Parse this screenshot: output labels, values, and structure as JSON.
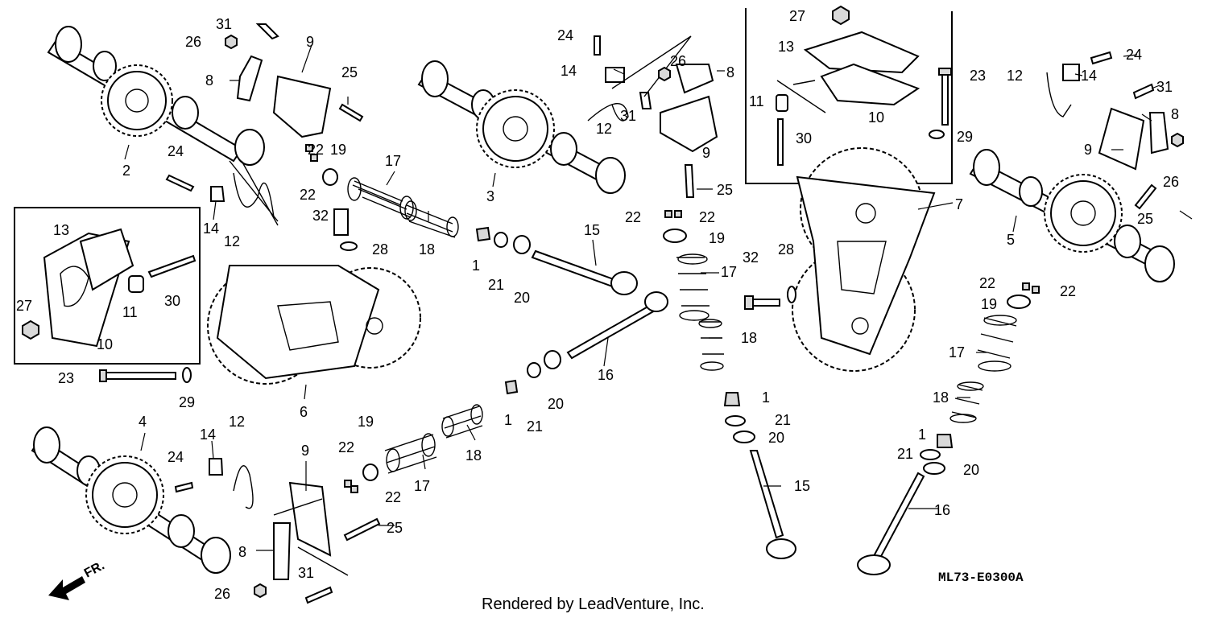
{
  "diagram": {
    "drawing_code": "ML73-E0300A",
    "footer": "Rendered by LeadVenture, Inc.",
    "direction_marker": "FR.",
    "callouts": {
      "c1a": "1",
      "c1b": "1",
      "c1c": "1",
      "c1d": "1",
      "c2": "2",
      "c3": "3",
      "c4": "4",
      "c5": "5",
      "c6": "6",
      "c7": "7",
      "c8a": "8",
      "c8b": "8",
      "c8c": "8",
      "c8d": "8",
      "c9a": "9",
      "c9b": "9",
      "c9c": "9",
      "c9d": "9",
      "c10a": "10",
      "c10b": "10",
      "c11a": "11",
      "c11b": "11",
      "c12a": "12",
      "c12b": "12",
      "c12c": "12",
      "c12d": "12",
      "c13a": "13",
      "c13b": "13",
      "c14a": "14",
      "c14b": "14",
      "c14c": "14",
      "c14d": "14",
      "c15a": "15",
      "c15b": "15",
      "c16a": "16",
      "c16b": "16",
      "c17a": "17",
      "c17b": "17",
      "c17c": "17",
      "c17d": "17",
      "c18a": "18",
      "c18b": "18",
      "c18c": "18",
      "c18d": "18",
      "c19a": "19",
      "c19b": "19",
      "c19c": "19",
      "c19d": "19",
      "c20a": "20",
      "c20b": "20",
      "c20c": "20",
      "c20d": "20",
      "c21a": "21",
      "c21b": "21",
      "c21c": "21",
      "c21d": "21",
      "c22a": "22",
      "c22b": "22",
      "c22c": "22",
      "c22d": "22",
      "c22e": "22",
      "c22f": "22",
      "c22g": "22",
      "c22h": "22",
      "c23a": "23",
      "c23b": "23",
      "c24a": "24",
      "c24b": "24",
      "c24c": "24",
      "c24d": "24",
      "c25a": "25",
      "c25b": "25",
      "c25c": "25",
      "c25d": "25",
      "c26a": "26",
      "c26b": "26",
      "c26c": "26",
      "c26d": "26",
      "c27a": "27",
      "c27b": "27",
      "c28a": "28",
      "c28b": "28",
      "c29a": "29",
      "c29b": "29",
      "c30a": "30",
      "c30b": "30",
      "c31a": "31",
      "c31b": "31",
      "c31c": "31",
      "c31d": "31",
      "c32a": "32",
      "c32b": "32"
    }
  }
}
